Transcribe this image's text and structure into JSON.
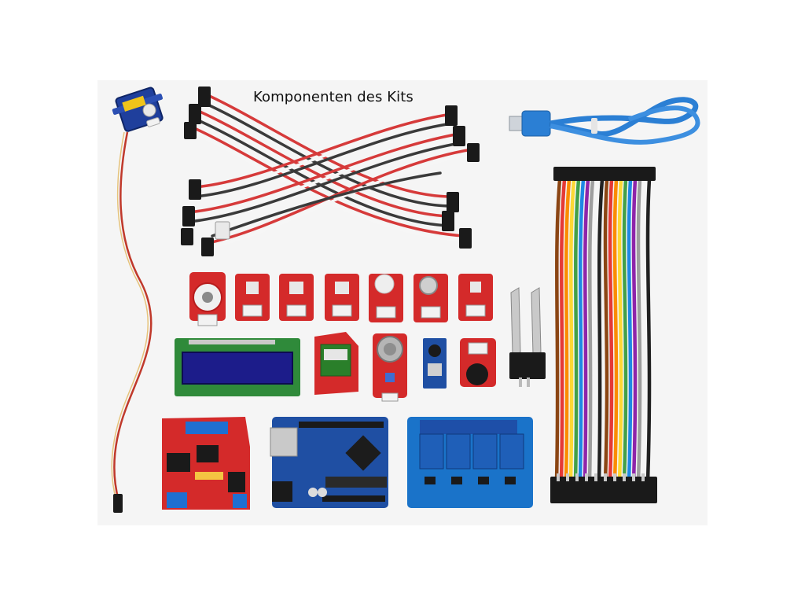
{
  "caption": "Komponenten des Kits",
  "components": {
    "servo": "servo-motor",
    "jumper_wires": "servo-jumper-wires",
    "usb_cable": "usb-cable",
    "ribbon_cable": "dupont-ribbon-cable",
    "sensor_modules": "sensor-modules",
    "lcd": "lcd-1602-display",
    "bluetooth": "bluetooth-module",
    "gas_sensor": "gas-sensor-module",
    "blue_sensor": "blue-sensor-module",
    "buzzer": "buzzer-module",
    "soil_probe": "soil-moisture-probe",
    "expansion_shield": "io-expansion-shield",
    "uno_board": "uno-board",
    "relay_board": "four-channel-relay-board"
  },
  "colors": {
    "module_red": "#d42a2a",
    "pcb_blue": "#1f4fa3",
    "relay_blue": "#1a73c9",
    "usb_blue": "#2b7fd4",
    "lcd_green": "#2f8a3a",
    "lcd_screen": "#1c1c8a",
    "probe_silver": "#c9c9c9",
    "connector_black": "#1a1a1a"
  }
}
